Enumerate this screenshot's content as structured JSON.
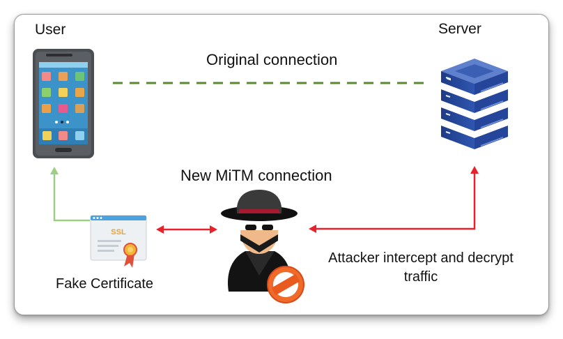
{
  "labels": {
    "user": "User",
    "server": "Server",
    "original_connection": "Original connection",
    "new_mitm_connection": "New MiTM connection",
    "fake_certificate": "Fake Certificate",
    "attacker_line1": "Attacker intercept and decrypt",
    "attacker_line2": "traffic"
  },
  "certificate": {
    "badge_text": "SSL"
  },
  "icons": {
    "user": "smartphone-icon",
    "server": "server-rack-icon",
    "certificate": "ssl-certificate-icon",
    "attacker": "hacker-spy-icon",
    "blocked": "no-entry-icon"
  },
  "colors": {
    "original_connection_line": "#5a8a2e",
    "user_cert_arrow": "#9ccf84",
    "mitm_arrows": "#e8212a",
    "server_blue": "#2a4a96",
    "blocked_sign": "#e85a1e"
  }
}
